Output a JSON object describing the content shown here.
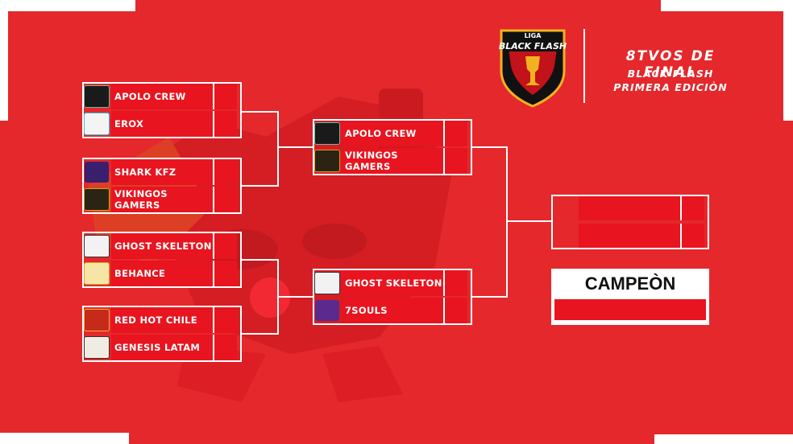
{
  "header": {
    "league_logo": "liga-black-flash-logo",
    "logo_top_text": "LIGA",
    "logo_main_text": "BLACK FLASH",
    "title": "8TVOS DE FINAL",
    "subtitle_1": "BLACK FLASH",
    "subtitle_2": "PRIMERA EDICIÒN"
  },
  "round1": [
    {
      "name": "APOLO CREW",
      "logo": "apolo-crew-logo"
    },
    {
      "name": "EROX",
      "logo": "erox-logo"
    },
    {
      "name": "SHARK KFZ",
      "logo": "shark-kfz-logo"
    },
    {
      "name": "VIKINGOS GAMERS",
      "logo": "vikingos-gamers-logo"
    },
    {
      "name": "GHOST SKELETON",
      "logo": "ghost-skeleton-logo"
    },
    {
      "name": "BEHANCE",
      "logo": "behance-logo"
    },
    {
      "name": "RED HOT CHILE",
      "logo": "red-hot-chile-logo"
    },
    {
      "name": "GENESIS LATAM",
      "logo": "genesis-latam-logo"
    }
  ],
  "round2": [
    {
      "name": "APOLO CREW",
      "logo": "apolo-crew-logo"
    },
    {
      "name": "VIKINGOS GAMERS",
      "logo": "vikingos-gamers-logo"
    },
    {
      "name": "GHOST SKELETON",
      "logo": "ghost-skeleton-logo"
    },
    {
      "name": "7SOULS",
      "logo": "7souls-logo"
    }
  ],
  "champion": {
    "label": "CAMPEÒN"
  },
  "colors": {
    "bracket_red": "#e8141f",
    "background_red": "#e4282c",
    "line": "#ffffff"
  }
}
